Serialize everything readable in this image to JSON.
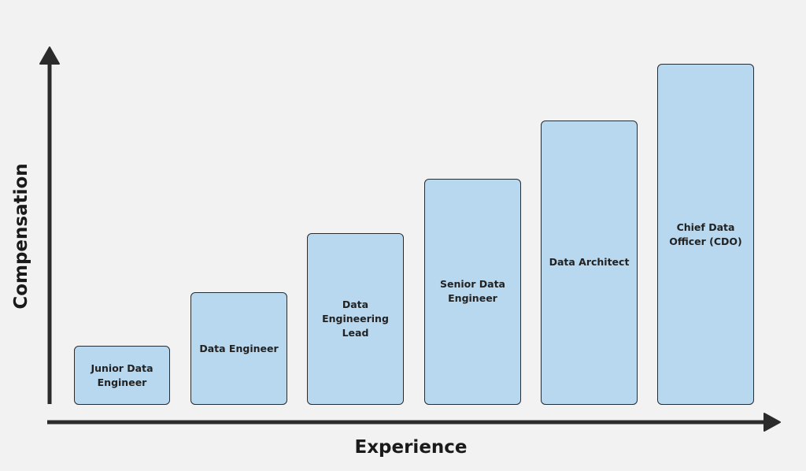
{
  "diagram": {
    "x_axis_label": "Experience",
    "y_axis_label": "Compensation",
    "bar_color": "#b8d8f0",
    "axis_color": "#2b2b2b",
    "bars": [
      {
        "label": "Junior Data\nEngineer",
        "rank": 1
      },
      {
        "label": "Data Engineer",
        "rank": 2
      },
      {
        "label": "Data\nEngineering\nLead",
        "rank": 3
      },
      {
        "label": "Senior Data\nEngineer",
        "rank": 4
      },
      {
        "label": "Data Architect",
        "rank": 5
      },
      {
        "label": "Chief Data\nOfficer (CDO)",
        "rank": 6
      }
    ]
  },
  "chart_data": {
    "type": "bar",
    "title": "",
    "xlabel": "Experience",
    "ylabel": "Compensation",
    "categories": [
      "Junior Data Engineer",
      "Data Engineer",
      "Data Engineering Lead",
      "Senior Data Engineer",
      "Data Architect",
      "Chief Data Officer (CDO)"
    ],
    "values": [
      1,
      2,
      3,
      4,
      5,
      6
    ],
    "grid": false,
    "legend": "none"
  }
}
